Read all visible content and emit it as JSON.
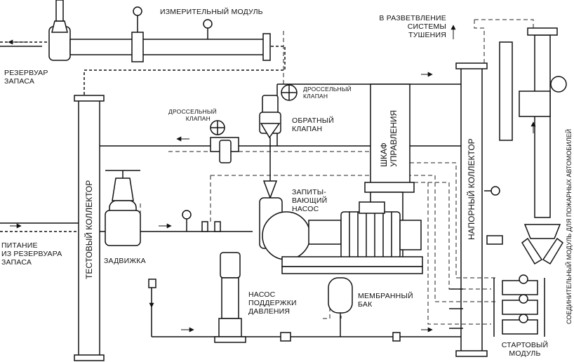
{
  "labels": {
    "measuring_module": "ИЗМЕРИТЕЛЬНЫЙ МОДУЛЬ",
    "to_branch": [
      "В РАЗВЕТВЛЕНИЕ",
      "СИСТЕМЫ",
      "ТУШЕНИЯ"
    ],
    "reserve_tank": [
      "РЕЗЕРВУАР",
      "ЗАПАСА"
    ],
    "throttle_valve_top": [
      "ДРОССЕЛЬНЫЙ",
      "КЛАПАН"
    ],
    "throttle_valve_left": [
      "ДРОССЕЛЬНЫЙ",
      "КЛАПАН"
    ],
    "check_valve": [
      "ОБРАТНЫЙ",
      "КЛАПАН"
    ],
    "control_cabinet": [
      "ШКАФ",
      "УПРАВЛЕНИЯ"
    ],
    "test_collector": "ТЕСТОВЫЙ КОЛЛЕКТОР",
    "pressure_collector": "НАПОРНЫЙ КОЛЛЕКТОР",
    "connecting_module": "СОЕДИНИТЕЛЬНЫЙ МОДУЛЬ ДЛЯ ПОЖАРНЫХ АВТОМОБИЛЕЙ",
    "feed_pump": [
      "ЗАПИТЫ-",
      "ВАЮЩИЙ",
      "НАСОС"
    ],
    "supply": [
      "ПИТАНИЕ",
      "ИЗ РЕЗЕРВУАРА",
      "ЗАПАСА"
    ],
    "gate_valve": "ЗАДВИЖКА",
    "jockey_pump": [
      "НАСОС",
      "ПОДДЕРЖКИ",
      "ДАВЛЕНИЯ"
    ],
    "membrane_tank": [
      "МЕМБРАННЫЙ",
      "БАК"
    ],
    "start_module": [
      "СТАРТОВЫЙ",
      "МОДУЛЬ"
    ]
  }
}
